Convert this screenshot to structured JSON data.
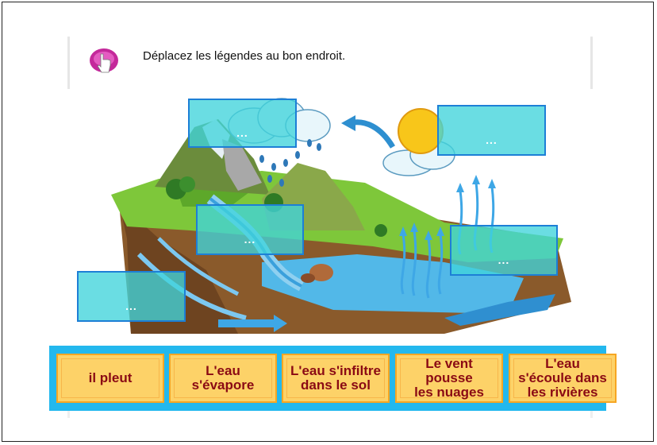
{
  "instruction": {
    "icon": "hand-pointer-icon",
    "text": "Déplacez les légendes au bon endroit."
  },
  "drop_zones": [
    {
      "id": "zone-mountain-cloud",
      "placeholder": "..."
    },
    {
      "id": "zone-sun-cloud",
      "placeholder": "..."
    },
    {
      "id": "zone-mountain-slope",
      "placeholder": "..."
    },
    {
      "id": "zone-evaporation",
      "placeholder": "..."
    },
    {
      "id": "zone-underground",
      "placeholder": "..."
    }
  ],
  "labels": [
    {
      "text": "il pleut"
    },
    {
      "text": "L'eau\ns'évapore"
    },
    {
      "text": "L'eau s'infiltre\ndans le sol"
    },
    {
      "text": "Le vent\npousse\nles nuages"
    },
    {
      "text": "L'eau\ns'écoule dans\nles rivières"
    }
  ],
  "colors": {
    "drop_zone_fill": "#40d4db",
    "drop_zone_border": "#1d7fd6",
    "tray": "#23b8ee",
    "label_fill": "#fdd268",
    "label_text": "#8a0a14"
  }
}
